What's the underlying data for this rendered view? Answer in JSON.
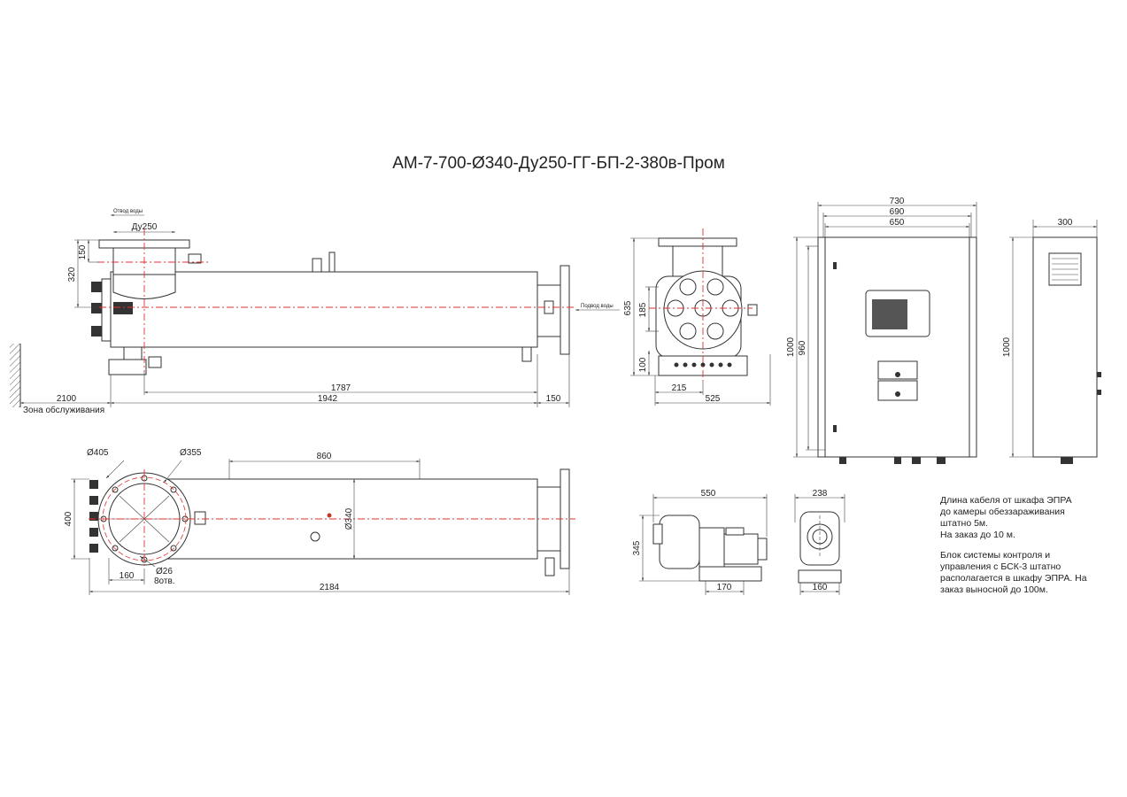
{
  "title": "АМ-7-700-Ø340-Ду250-ГГ-БП-2-380в-Пром",
  "side_view": {
    "outlet_label": "Отвод воды",
    "inlet_label": "Подвод воды",
    "dn": "Ду250",
    "dims": {
      "h150": "150",
      "h320": "320",
      "l1787": "1787",
      "l1942": "1942",
      "l2100": "2100",
      "l150": "150"
    },
    "service_zone": "Зона обслуживания"
  },
  "end_view": {
    "dims": {
      "h635": "635",
      "h185": "185",
      "h100": "100",
      "w215": "215",
      "w525": "525"
    }
  },
  "top_view": {
    "dims": {
      "d405": "Ø405",
      "d355": "Ø355",
      "l860": "860",
      "h400": "400",
      "d340": "Ø340",
      "d26": "Ø26",
      "holes": "8отв.",
      "w160": "160",
      "l2184": "2184"
    }
  },
  "cabinet_front": {
    "dims": {
      "w730": "730",
      "w690": "690",
      "w650": "650",
      "h1000": "1000",
      "h960": "960"
    }
  },
  "cabinet_side": {
    "dims": {
      "w300": "300",
      "h1000": "1000"
    }
  },
  "pump_side": {
    "dims": {
      "w550": "550",
      "h345": "345",
      "w170": "170"
    }
  },
  "pump_front": {
    "dims": {
      "w238": "238",
      "w160": "160"
    }
  },
  "notes": {
    "cable": [
      "Длина кабеля от шкафа ЭПРА",
      "до камеры обеззараживания",
      "штатно 5м.",
      "На заказ до 10 м."
    ],
    "control": [
      "Блок системы контроля и",
      "управления с БСК-3 штатно",
      "располагается в шкафу ЭПРА. На",
      "заказ выносной до 100м."
    ]
  },
  "colors": {
    "axis": "#e0312b",
    "line": "#333333"
  }
}
